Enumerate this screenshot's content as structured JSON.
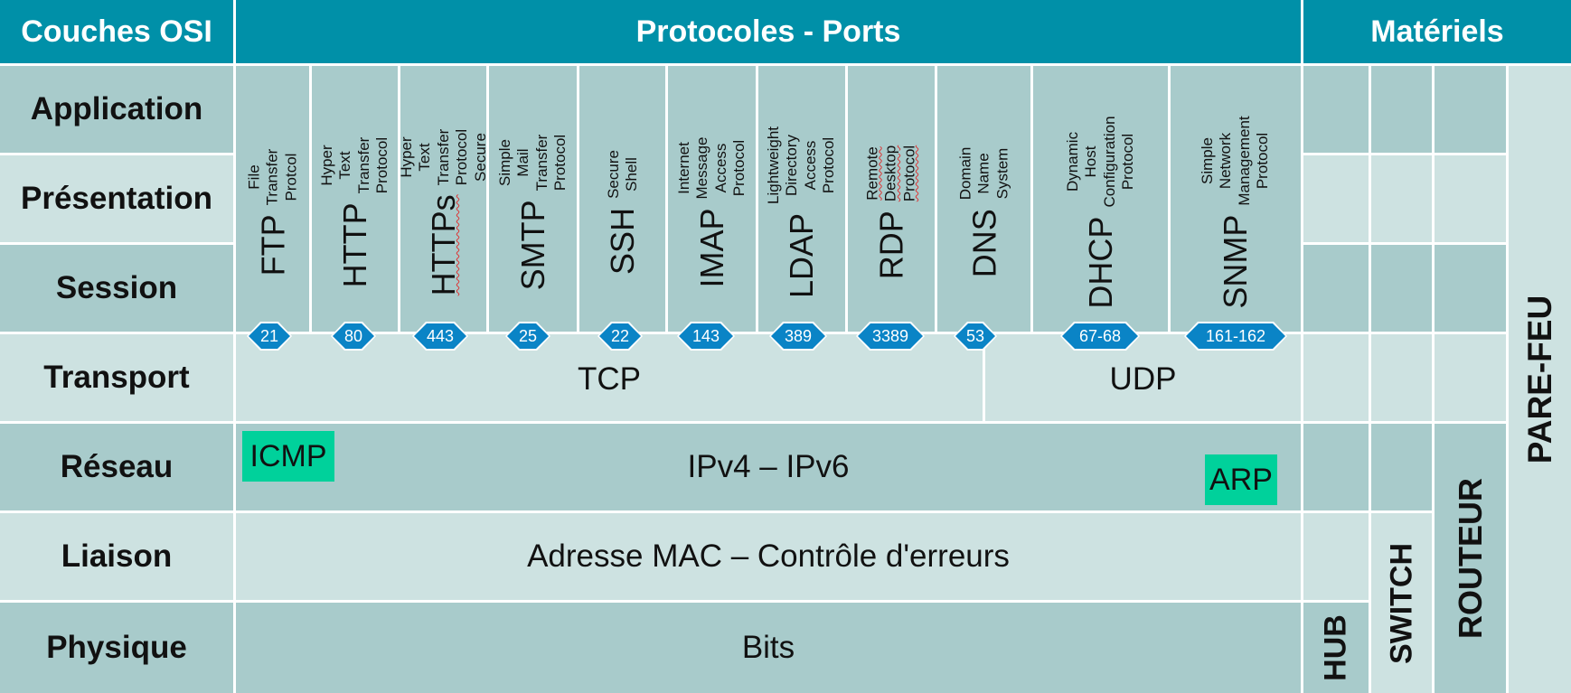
{
  "headers": {
    "layers": "Couches OSI",
    "protocols": "Protocoles - Ports",
    "hardware": "Matériels"
  },
  "layers": [
    "Application",
    "Présentation",
    "Session",
    "Transport",
    "Réseau",
    "Liaison",
    "Physique"
  ],
  "protocols": [
    {
      "abbr": "FTP",
      "full": "File Transfer Protcol",
      "port": "21"
    },
    {
      "abbr": "HTTP",
      "full": "Hyper Text Transfer Protocol",
      "port": "80"
    },
    {
      "abbr": "HTTPs",
      "full": "Hyper Text Transfer Protocol Secure",
      "port": "443"
    },
    {
      "abbr": "SMTP",
      "full": "Simple Mail Transfer Protocol",
      "port": "25"
    },
    {
      "abbr": "SSH",
      "full": "Secure Shell",
      "port": "22"
    },
    {
      "abbr": "IMAP",
      "full": "Internet Message Access Protocol",
      "port": "143"
    },
    {
      "abbr": "LDAP",
      "full": "Lightweight Directory Access Protocol",
      "port": "389"
    },
    {
      "abbr": "RDP",
      "full": "Remote Desktop Protocol",
      "port": "3389"
    },
    {
      "abbr": "DNS",
      "full": "Domain Name System",
      "port": "53"
    },
    {
      "abbr": "DHCP",
      "full": "Dynamic Host Configuration Protocol",
      "port": "67-68"
    },
    {
      "abbr": "SNMP",
      "full": "Simple Network Management Protocol",
      "port": "161-162"
    }
  ],
  "transport": {
    "tcp": "TCP",
    "udp": "UDP"
  },
  "network": {
    "main": "IPv4 – IPv6",
    "icmp": "ICMP",
    "arp": "ARP"
  },
  "link": {
    "main": "Adresse MAC – Contrôle d'erreurs"
  },
  "physical": {
    "main": "Bits"
  },
  "hardware": {
    "hub": "HUB",
    "switch": "SWITCH",
    "router": "ROUTEUR",
    "firewall": "PARE-FEU"
  },
  "colors": {
    "header": "#0090A8",
    "dark": "#A8CBCB",
    "light": "#CDE2E1",
    "port": "#0A84C6",
    "green": "#00D19B"
  }
}
